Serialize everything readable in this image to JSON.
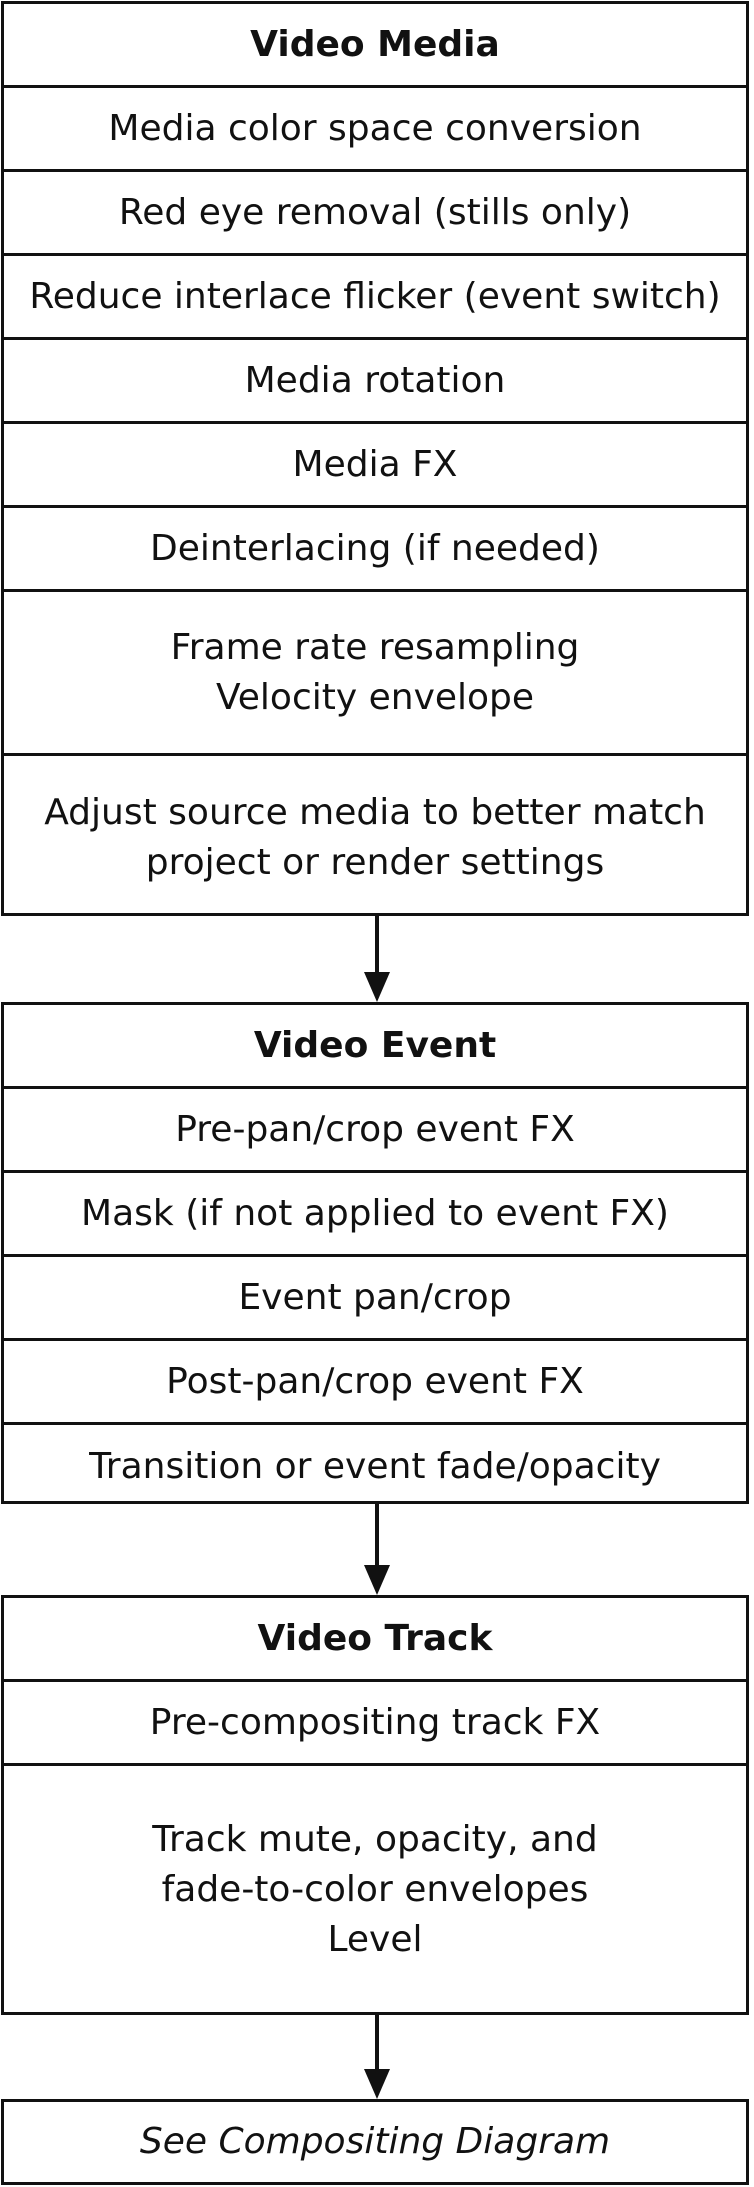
{
  "video_media": {
    "title": "Video Media",
    "items": [
      "Media color space conversion",
      "Red eye removal (stills only)",
      "Reduce interlace flicker (event switch)",
      "Media rotation",
      "Media FX",
      "Deinterlacing (if needed)",
      "Frame rate resampling\nVelocity envelope",
      "Adjust source media to better match\nproject or render settings"
    ]
  },
  "video_event": {
    "title": "Video Event",
    "items": [
      "Pre-pan/crop event FX",
      "Mask (if not applied to event FX)",
      "Event pan/crop",
      "Post-pan/crop event FX",
      "Transition or event fade/opacity"
    ]
  },
  "video_track": {
    "title": "Video Track",
    "items": [
      "Pre-compositing track FX",
      "Track mute, opacity, and\nfade-to-color envelopes\nLevel"
    ]
  },
  "compositing": {
    "label": "See Compositing Diagram"
  }
}
